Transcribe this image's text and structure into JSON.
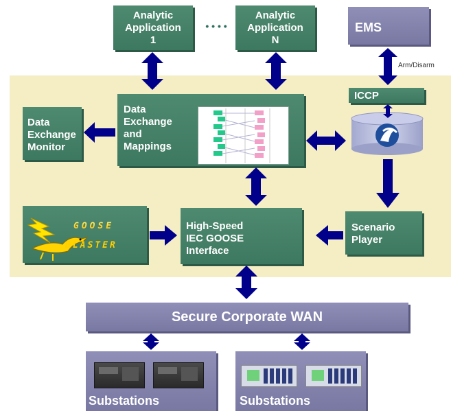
{
  "analytic_app_1": "Analytic\nApplication\n1",
  "ellipsis": "• • • •",
  "analytic_app_n": "Analytic\nApplication\nN",
  "ems": "EMS",
  "arm_disarm": "Arm/Disarm",
  "iccp": "ICCP",
  "data_exchange": "Data\nExchange\nand\nMappings",
  "data_exchange_monitor": "Data\nExchange\nMonitor",
  "goose_logo_top": "GOOSE",
  "goose_logo_bottom": "BLASTER",
  "high_speed": "High-Speed\nIEC GOOSE\nInterface",
  "scenario_player": "Scenario\nPlayer",
  "wan": "Secure Corporate WAN",
  "substations_left": "Substations",
  "substations_right": "Substations",
  "colors": {
    "green_box": "#4e8a70",
    "purple_box": "#8f8fb8",
    "panel_bg": "#f5edc4",
    "arrow": "#00008b",
    "mapping_green": "#22c98a",
    "mapping_pink": "#f3a0c8"
  }
}
